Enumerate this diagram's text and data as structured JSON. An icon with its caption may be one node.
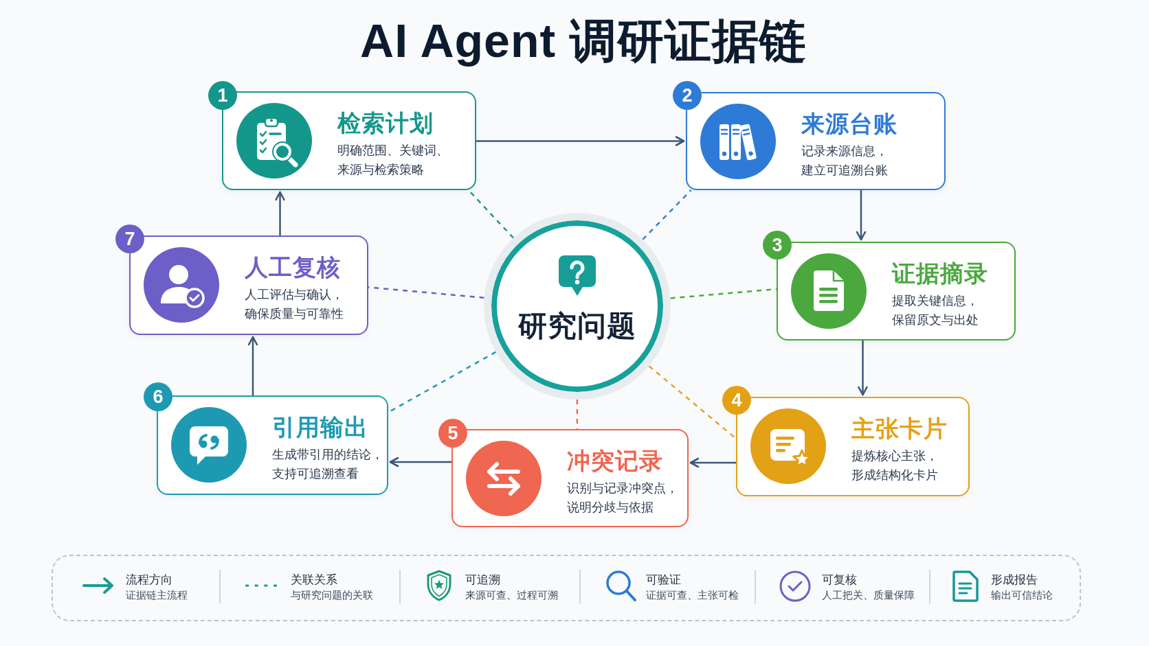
{
  "diagram": {
    "title": "AI Agent 调研证据链",
    "nodes": [
      {
        "text": [
          "1"
        ]
      },
      {
        "text": [
          "检索计划",
          "明确范围、关键词、来源与检索策略"
        ]
      },
      {
        "text": [
          "2"
        ]
      },
      {
        "text": [
          "来源台账",
          "记录来源信息，建立可追溯台账"
        ]
      },
      {
        "text": [
          "3"
        ]
      },
      {
        "text": [
          "证据摘录",
          "提取关键信息，保留原文与出处"
        ]
      },
      {
        "text": [
          "4"
        ]
      },
      {
        "text": [
          "主张卡片",
          "提炼核心主张，形成结构化卡片"
        ]
      },
      {
        "text": [
          "5"
        ]
      },
      {
        "text": [
          "冲突记录",
          "识别与记录冲突点，说明分歧与依据"
        ]
      },
      {
        "text": [
          "6"
        ]
      },
      {
        "text": [
          "引用输出",
          "生成带引用的结论，支持可追溯查看"
        ]
      },
      {
        "text": [
          "7"
        ]
      },
      {
        "text": [
          "人工复核",
          "人工评估与确认，确保质量与可靠性"
        ]
      },
      {
        "text": [
          "研究问题"
        ]
      }
    ],
    "edges": [
      {
        "from": 1,
        "to": 3,
        "arrow": "to"
      },
      {
        "from": 3,
        "to": 5,
        "arrow": "to"
      },
      {
        "from": 5,
        "to": 7,
        "arrow": "to"
      },
      {
        "from": 7,
        "to": 9,
        "arrow": "to"
      },
      {
        "from": 9,
        "to": 11,
        "arrow": "to"
      },
      {
        "from": 11,
        "to": 13,
        "arrow": "to"
      },
      {
        "from": 13,
        "to": 1,
        "arrow": "to"
      },
      {
        "from": 14,
        "to": 1,
        "arrow": "none",
        "style": "dashed",
        "color": "#1a9a8c"
      },
      {
        "from": 14,
        "to": 3,
        "arrow": "none",
        "style": "dashed",
        "color": "#2f80d8"
      },
      {
        "from": 14,
        "to": 5,
        "arrow": "none",
        "style": "dashed",
        "color": "#4aab3c"
      },
      {
        "from": 14,
        "to": 7,
        "arrow": "none",
        "style": "dashed",
        "color": "#e2a422"
      },
      {
        "from": 14,
        "to": 9,
        "arrow": "none",
        "style": "dashed",
        "color": "#ee6a55"
      },
      {
        "from": 14,
        "to": 11,
        "arrow": "none",
        "style": "dashed",
        "color": "#1c9cb0"
      },
      {
        "from": 14,
        "to": 13,
        "arrow": "none",
        "style": "dashed",
        "color": "#6a5ccc"
      }
    ],
    "labels": [
      "证据链主流程",
      "与研究问题的关联",
      "来源可查、过程可溯",
      "证据可查、主张可检",
      "人工把关、质量保障",
      "输出可信结论"
    ],
    "legend": [
      {
        "text": "流程方向"
      },
      {
        "text": "关联关系"
      },
      {
        "text": "可追溯"
      },
      {
        "text": "可验证"
      },
      {
        "text": "可复核"
      },
      {
        "text": "形成报告"
      }
    ]
  }
}
